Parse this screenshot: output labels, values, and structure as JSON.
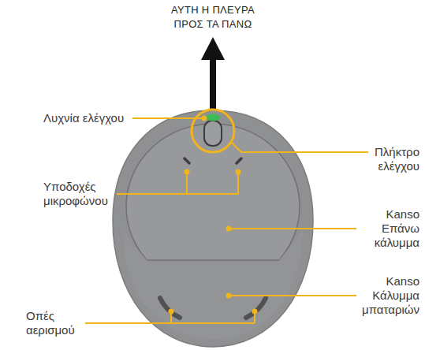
{
  "diagram": {
    "labels": [
      "ΑΥΤΗ Η ΠΛΕΥΡΑ ΠΡΟΣ ΤΑ ΠΑΝΩ",
      "Λυχνία ελέγχου",
      "Πλήκτρο ελέγχου",
      "Υποδοχές μικροφώνου",
      "Kanso Επάνω κάλυμμα",
      "Kanso Κάλυμμα μπαταριών",
      "Οπές αερισμού"
    ]
  }
}
